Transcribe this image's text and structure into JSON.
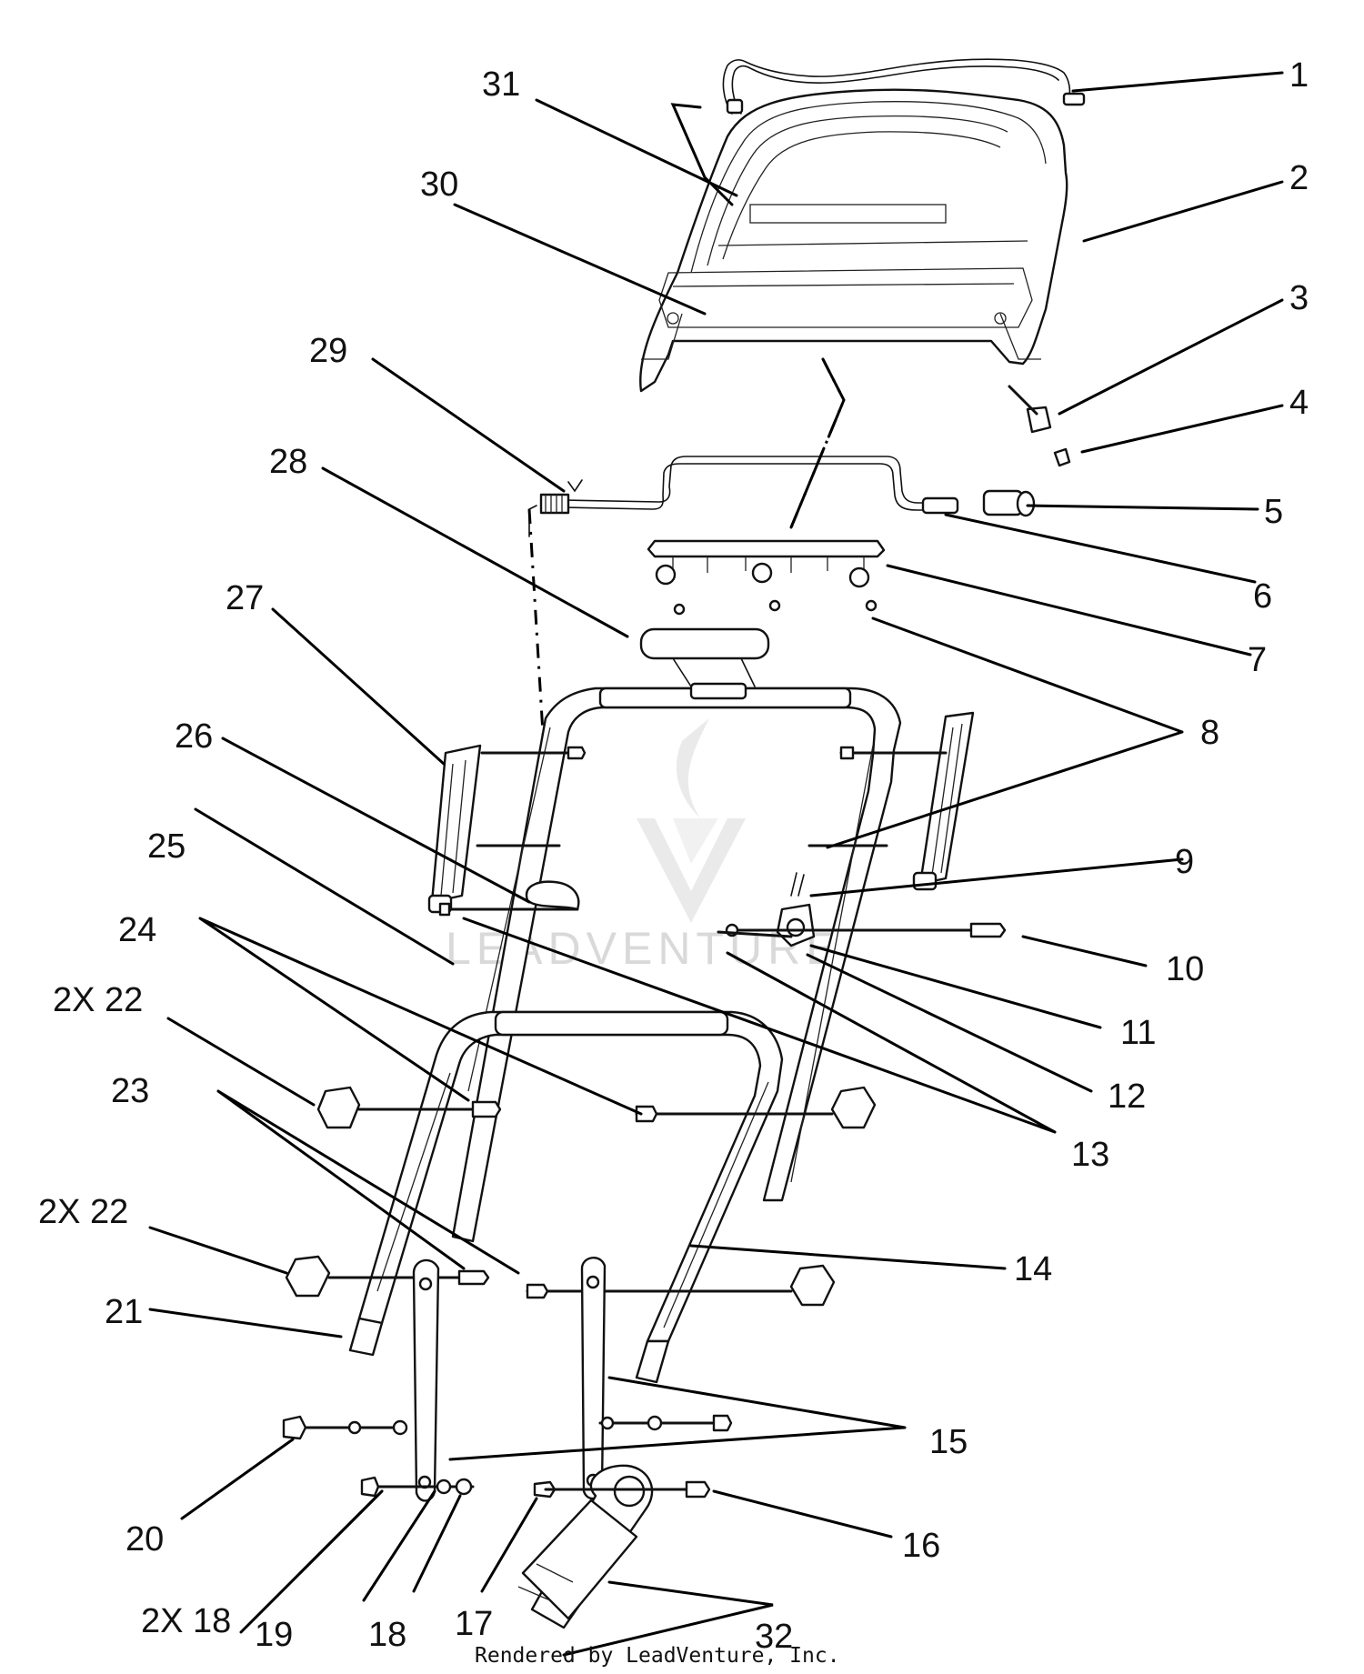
{
  "diagram": {
    "callouts": [
      {
        "id": "1",
        "label": "1"
      },
      {
        "id": "2",
        "label": "2"
      },
      {
        "id": "3",
        "label": "3"
      },
      {
        "id": "4",
        "label": "4"
      },
      {
        "id": "5",
        "label": "5"
      },
      {
        "id": "6",
        "label": "6"
      },
      {
        "id": "7",
        "label": "7"
      },
      {
        "id": "8",
        "label": "8"
      },
      {
        "id": "9",
        "label": "9"
      },
      {
        "id": "10",
        "label": "10"
      },
      {
        "id": "11",
        "label": "11"
      },
      {
        "id": "12",
        "label": "12"
      },
      {
        "id": "13",
        "label": "13"
      },
      {
        "id": "14",
        "label": "14"
      },
      {
        "id": "15",
        "label": "15"
      },
      {
        "id": "16",
        "label": "16"
      },
      {
        "id": "17",
        "label": "17"
      },
      {
        "id": "18",
        "label": "18"
      },
      {
        "id": "19",
        "label": "19"
      },
      {
        "id": "20",
        "label": "20"
      },
      {
        "id": "21",
        "label": "21"
      },
      {
        "id": "22a",
        "label": "2X 22"
      },
      {
        "id": "22b",
        "label": "2X 22"
      },
      {
        "id": "23",
        "label": "23"
      },
      {
        "id": "24",
        "label": "24"
      },
      {
        "id": "25",
        "label": "25"
      },
      {
        "id": "26",
        "label": "26"
      },
      {
        "id": "27",
        "label": "27"
      },
      {
        "id": "28",
        "label": "28"
      },
      {
        "id": "29",
        "label": "29"
      },
      {
        "id": "30",
        "label": "30"
      },
      {
        "id": "31",
        "label": "31"
      },
      {
        "id": "32",
        "label": "32"
      },
      {
        "id": "2x18",
        "label": "2X 18"
      }
    ],
    "watermark": "LEADVENTURE",
    "footer": "Rendered by LeadVenture, Inc."
  }
}
